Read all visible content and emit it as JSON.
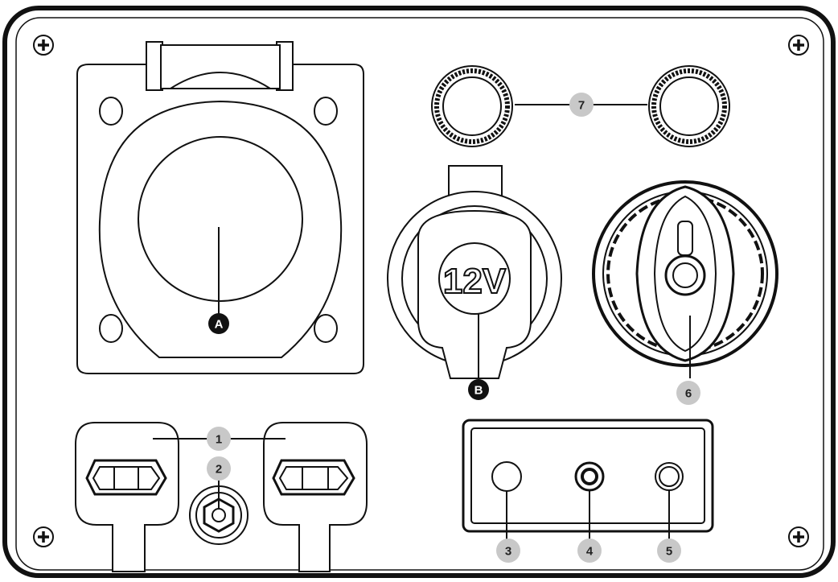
{
  "panel": {
    "outlet_text": "12V"
  },
  "callouts": {
    "A": "A",
    "B": "B",
    "c1": "1",
    "c2": "2",
    "c3": "3",
    "c4": "4",
    "c5": "5",
    "c6": "6",
    "c7": "7"
  },
  "colors": {
    "line": "#111111",
    "callout_dark_fill": "#111111",
    "callout_dark_text": "#ffffff",
    "callout_light_fill": "#c8c8c8",
    "callout_light_text": "#222222"
  }
}
